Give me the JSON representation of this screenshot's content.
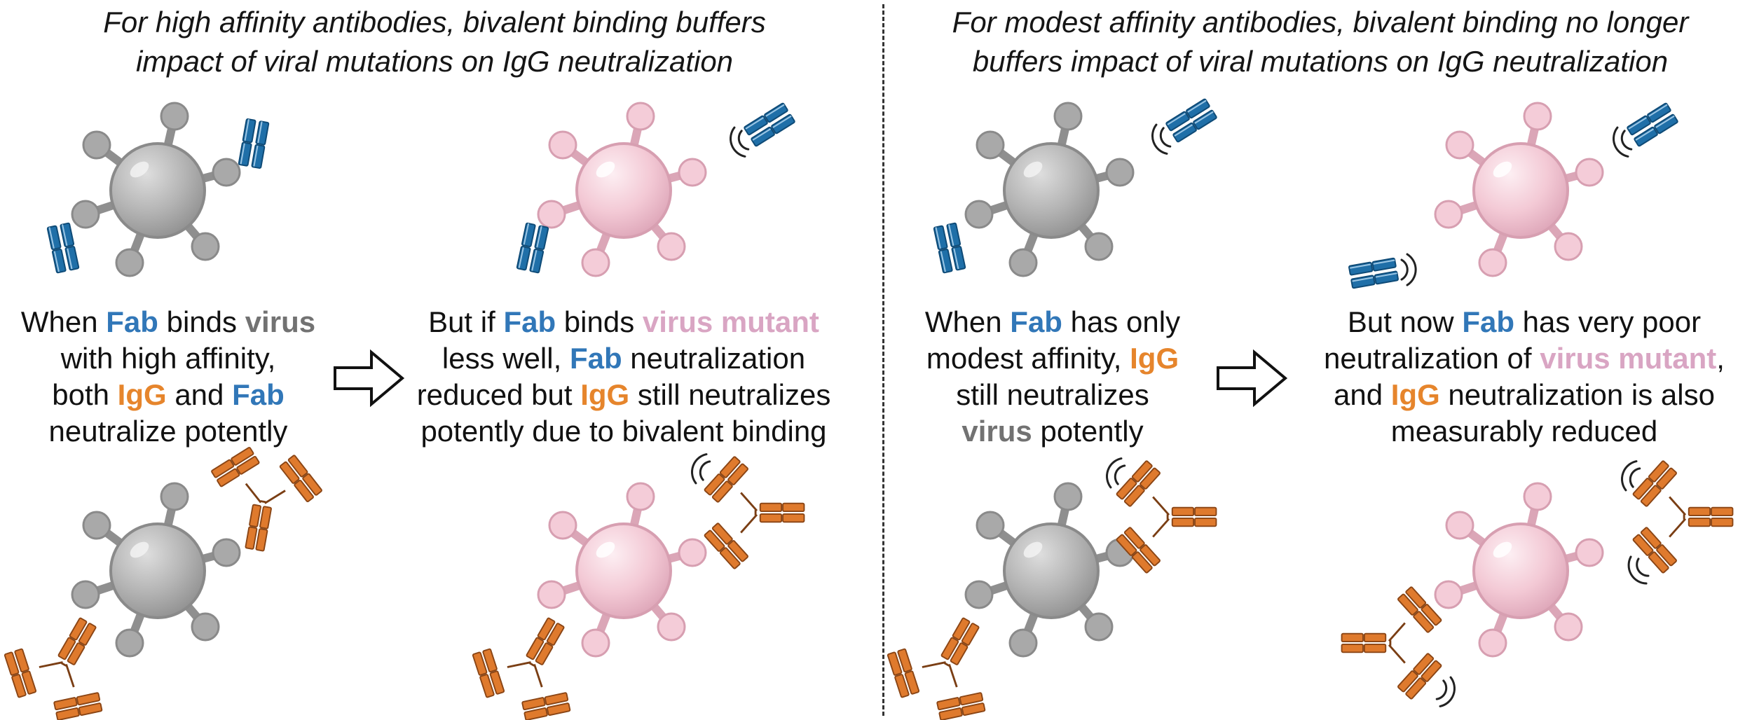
{
  "headings": {
    "left": {
      "line1": "For high affinity antibodies, bivalent binding buffers",
      "line2": "impact of viral mutations on IgG neutralization"
    },
    "right": {
      "line1": "For modest affinity antibodies, bivalent binding no longer",
      "line2": "buffers impact of viral mutations on IgG neutralization"
    }
  },
  "panels": [
    {
      "lines": [
        [
          {
            "t": "When "
          },
          {
            "t": "Fab",
            "c": "fab"
          },
          {
            "t": " binds "
          },
          {
            "t": "virus",
            "c": "virus"
          }
        ],
        [
          {
            "t": "with high affinity,"
          }
        ],
        [
          {
            "t": "both "
          },
          {
            "t": "IgG",
            "c": "igg"
          },
          {
            "t": " and "
          },
          {
            "t": "Fab",
            "c": "fab"
          }
        ],
        [
          {
            "t": "neutralize potently"
          }
        ]
      ]
    },
    {
      "lines": [
        [
          {
            "t": "But if "
          },
          {
            "t": "Fab",
            "c": "fab"
          },
          {
            "t": " binds "
          },
          {
            "t": "virus mutant",
            "c": "mut"
          }
        ],
        [
          {
            "t": "less well, "
          },
          {
            "t": "Fab",
            "c": "fab"
          },
          {
            "t": " neutralization"
          }
        ],
        [
          {
            "t": "reduced but "
          },
          {
            "t": "IgG",
            "c": "igg"
          },
          {
            "t": " still neutralizes"
          }
        ],
        [
          {
            "t": "potently due to bivalent binding"
          }
        ]
      ]
    },
    {
      "lines": [
        [
          {
            "t": "When "
          },
          {
            "t": "Fab",
            "c": "fab"
          },
          {
            "t": " has only"
          }
        ],
        [
          {
            "t": "modest affinity, "
          },
          {
            "t": "IgG",
            "c": "igg"
          }
        ],
        [
          {
            "t": "still neutralizes"
          }
        ],
        [
          {
            "t": "virus",
            "c": "virus"
          },
          {
            "t": " potently"
          }
        ]
      ]
    },
    {
      "lines": [
        [
          {
            "t": "But now "
          },
          {
            "t": "Fab",
            "c": "fab"
          },
          {
            "t": " has very poor"
          }
        ],
        [
          {
            "t": "neutralization of "
          },
          {
            "t": "virus mutant",
            "c": "mut"
          },
          {
            "t": ","
          }
        ],
        [
          {
            "t": "and "
          },
          {
            "t": "IgG",
            "c": "igg"
          },
          {
            "t": " neutralization is also"
          }
        ],
        [
          {
            "t": "measurably reduced"
          }
        ]
      ]
    }
  ],
  "colors": {
    "fab": "#1f6fa8",
    "igg": "#df7a2d",
    "virus_wildtype": "#b3b3b3",
    "virus_mutant": "#f2c6d3",
    "text_fab": "#3177b8",
    "text_igg": "#e6852c",
    "text_virus": "#727272",
    "text_mutant": "#d9a5c3"
  },
  "icons": {
    "virus": "virus-particle-icon",
    "fab": "fab-fragment-icon",
    "igg": "igg-antibody-icon",
    "arrow": "right-arrow-icon",
    "motion": "motion-lines-icon"
  }
}
